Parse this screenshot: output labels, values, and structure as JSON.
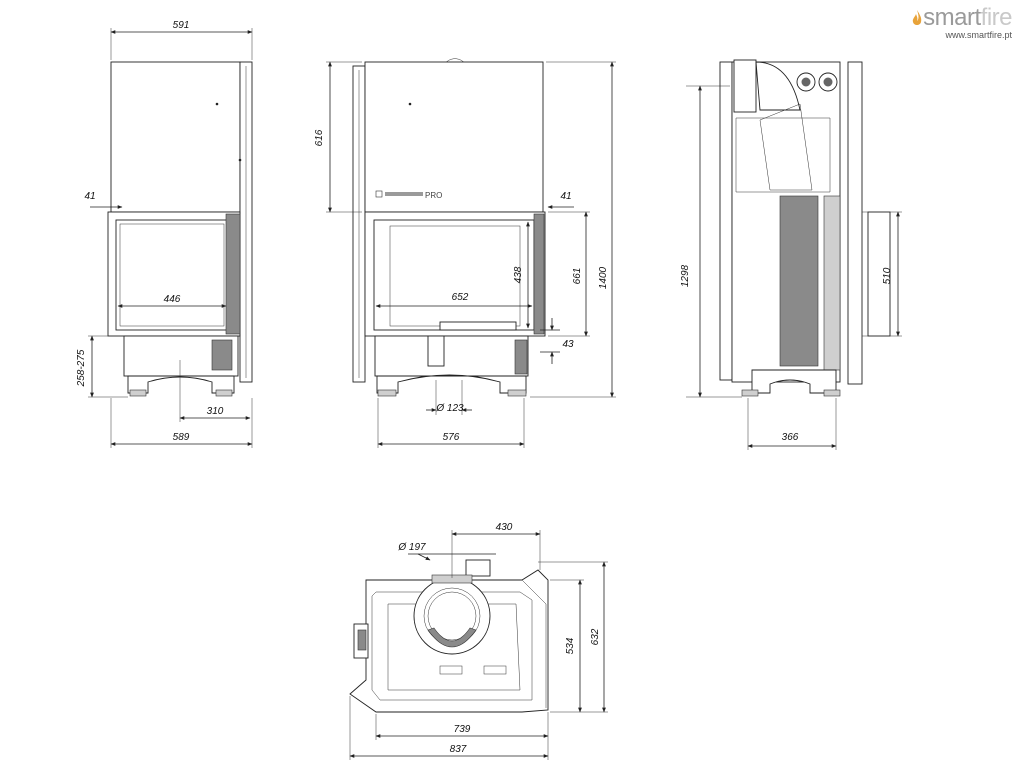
{
  "brand": {
    "name_a": "smart",
    "name_b": "fire",
    "url": "www.smartfire.pt",
    "accent": "#e8a33a"
  },
  "colors": {
    "line": "#222222",
    "panel": "#8a8a8a",
    "light": "#cfcfcf"
  },
  "plate_label": "PRO",
  "dims": {
    "front_top_width": "591",
    "front_glass_width": "446",
    "front_left_offset": "41",
    "front_leg_height": "258-275",
    "front_flue_offset": "310",
    "front_base_width": "589",
    "side_top_height": "616",
    "side_right_offset": "41",
    "side_glass_width": "652",
    "side_glass_height": "438",
    "side_door_height": "661",
    "side_total_height": "1400",
    "side_bottom_offset": "43",
    "side_flue_diameter": "Ø 123",
    "side_base_width": "576",
    "profile_height": "1298",
    "profile_inlet_height": "510",
    "profile_depth": "366",
    "top_flue_diameter": "Ø 197",
    "top_flue_offset": "430",
    "top_depth_inner": "534",
    "top_depth_outer": "632",
    "top_width_inner": "739",
    "top_width_outer": "837"
  }
}
